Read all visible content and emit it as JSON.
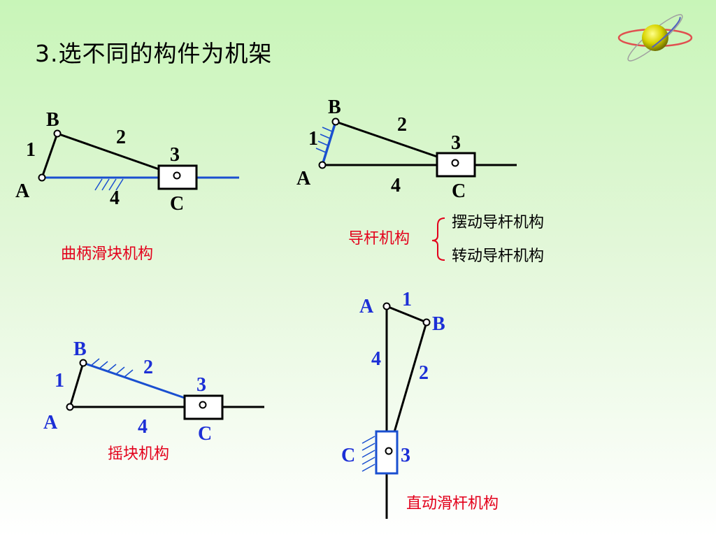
{
  "title": "3.选不同的构件为机架",
  "mechanisms": {
    "crank_slider": {
      "caption": "曲柄滑块机构",
      "labels": {
        "B": "B",
        "A": "A",
        "C": "C",
        "n1": "1",
        "n2": "2",
        "n3": "3",
        "n4": "4"
      }
    },
    "guide_bar": {
      "caption": "导杆机构",
      "sub1": "摆动导杆机构",
      "sub2": "转动导杆机构",
      "labels": {
        "B": "B",
        "A": "A",
        "C": "C",
        "n1": "1",
        "n2": "2",
        "n3": "3",
        "n4": "4"
      }
    },
    "rocking_block": {
      "caption": "摇块机构",
      "labels": {
        "B": "B",
        "A": "A",
        "C": "C",
        "n1": "1",
        "n2": "2",
        "n3": "3",
        "n4": "4"
      }
    },
    "fixed_slider": {
      "caption": "直动滑杆机构",
      "labels": {
        "A": "A",
        "B": "B",
        "C": "C",
        "n1": "1",
        "n2": "2",
        "n3": "3",
        "n4": "4"
      }
    }
  },
  "colors": {
    "fixed_link": "#1a4fd0",
    "caption": "#e3001b",
    "bg_top": "#c8f5b8"
  }
}
